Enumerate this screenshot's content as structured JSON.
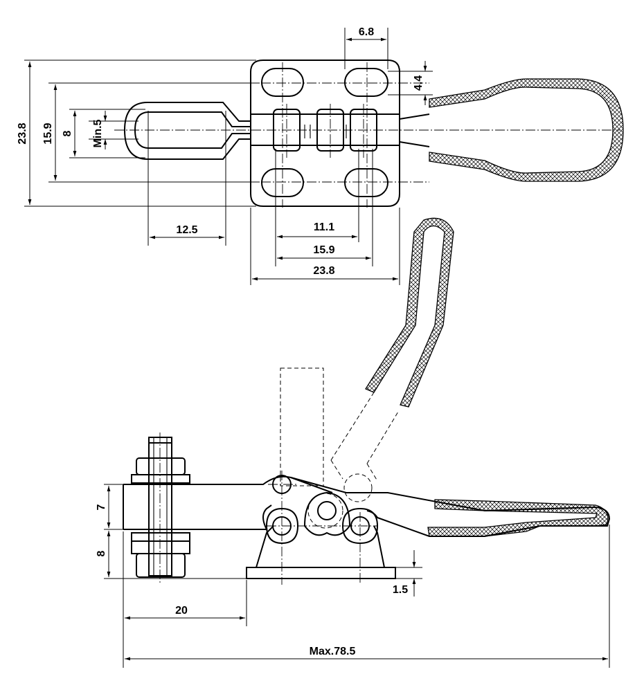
{
  "colors": {
    "line": "#000000",
    "background": "#ffffff"
  },
  "top_view": {
    "dim_slot_pitch": "6.8",
    "dim_slot_width": "4.4",
    "dim_overall_height": "23.8",
    "dim_hole_pitch": "15.9",
    "dim_loop_width": "8",
    "dim_min_opening": "Min.5",
    "dim_loop_length": "12.5",
    "dim_inner_pitch": "11.1",
    "dim_outer_pitch": "15.9",
    "dim_base_width": "23.8"
  },
  "side_view": {
    "dim_arm_height": "7",
    "dim_base_height": "8",
    "dim_plate_thickness": "1.5",
    "dim_reach": "20",
    "dim_overall_length": "Max.78.5"
  }
}
